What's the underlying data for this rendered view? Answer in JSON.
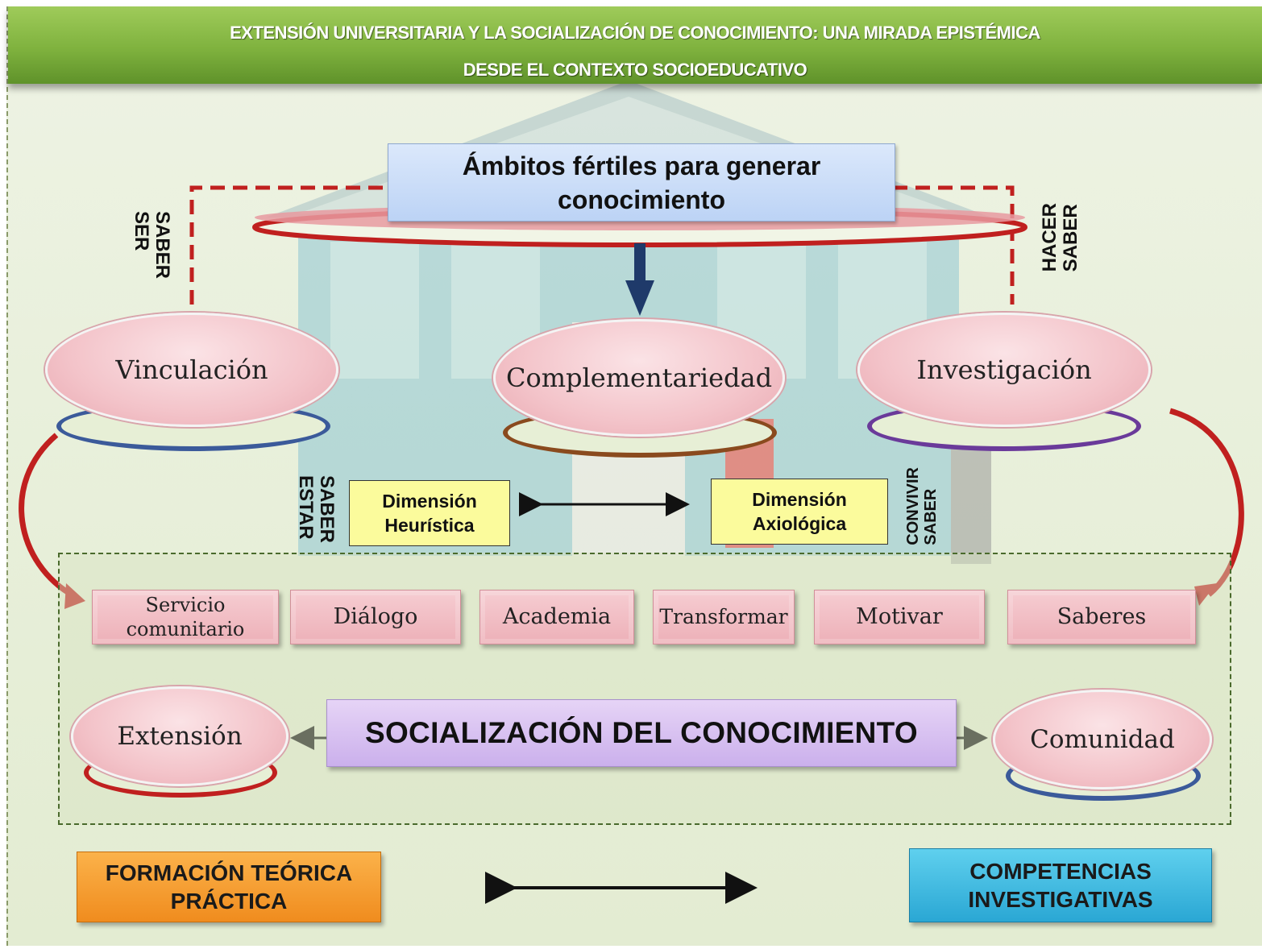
{
  "header": {
    "line1": "EXTENSIÓN UNIVERSITARIA Y LA SOCIALIZACIÓN DE CONOCIMIENTO: UNA MIRADA EPISTÉMICA",
    "line2": "DESDE EL CONTEXTO SOCIOEDUCATIVO",
    "color": "#7fb23e"
  },
  "top_box": {
    "line1": "Ámbitos fértiles para generar",
    "line2": "conocimiento"
  },
  "side_labels": {
    "saber_ser": [
      "SABER",
      "SER"
    ],
    "saber_hacer": [
      "SABER",
      "HACER"
    ],
    "saber_estar": [
      "SABER",
      "ESTAR"
    ],
    "saber_convivir": [
      "SABER",
      "CONVIVIR"
    ]
  },
  "pillars": [
    {
      "label": "Vinculación",
      "ring_color": "#3b5a9a"
    },
    {
      "label": "Complementariedad",
      "ring_color": "#8a4a1e"
    },
    {
      "label": "Investigación",
      "ring_color": "#6a3a9a"
    }
  ],
  "dimensions": {
    "heuristica": [
      "Dimensión",
      "Heurística"
    ],
    "axiologica": [
      "Dimensión",
      "Axiológica"
    ]
  },
  "actions": [
    {
      "label": "Servicio comunitario",
      "lines": [
        "Servicio",
        "comunitario"
      ]
    },
    {
      "label": "Diálogo"
    },
    {
      "label": "Academia"
    },
    {
      "label": "Transformar"
    },
    {
      "label": "Motivar"
    },
    {
      "label": "Saberes"
    }
  ],
  "center": {
    "left": "Extensión",
    "middle": "SOCIALIZACIÓN DEL CONOCIMIENTO",
    "right": "Comunidad"
  },
  "bottom": {
    "left": [
      "FORMACIÓN TEÓRICA",
      "PRÁCTICA"
    ],
    "right": [
      "COMPETENCIAS",
      "INVESTIGATIVAS"
    ]
  },
  "colors": {
    "dashed_red": "#c0201f",
    "dashed_green": "#4a6a2c",
    "arrow_navy": "#1f3a6a",
    "curved_arrow_red": "#c0201f",
    "orange": "#f08c1e",
    "cyan": "#2aa7d4",
    "lilac": "#cbb0ec",
    "pink": "#edb0b8",
    "yellow": "#fbfb9c"
  }
}
